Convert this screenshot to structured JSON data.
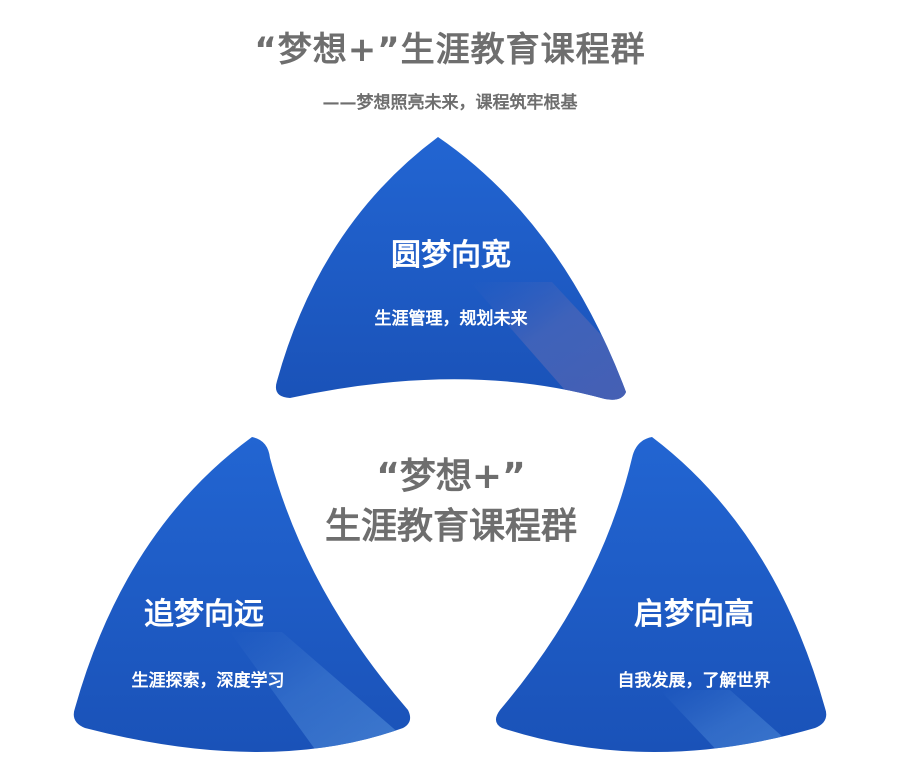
{
  "header": {
    "title": "“梦想+”生涯教育课程群",
    "subtitle": "——梦想照亮未来，课程筑牢根基"
  },
  "center": {
    "line1": "“梦想+”",
    "line2": "生涯教育课程群"
  },
  "petals": [
    {
      "title": "圆梦向宽",
      "subtitle": "生涯管理，规划未来"
    },
    {
      "title": "追梦向远",
      "subtitle": "生涯探索，深度学习"
    },
    {
      "title": "启梦向高",
      "subtitle": "自我发展，了解世界"
    }
  ],
  "colors": {
    "petal": "#1f5bc7",
    "shadow": "#4a6fc4",
    "text_gray": "#6e6e6e",
    "text_white": "#ffffff"
  }
}
